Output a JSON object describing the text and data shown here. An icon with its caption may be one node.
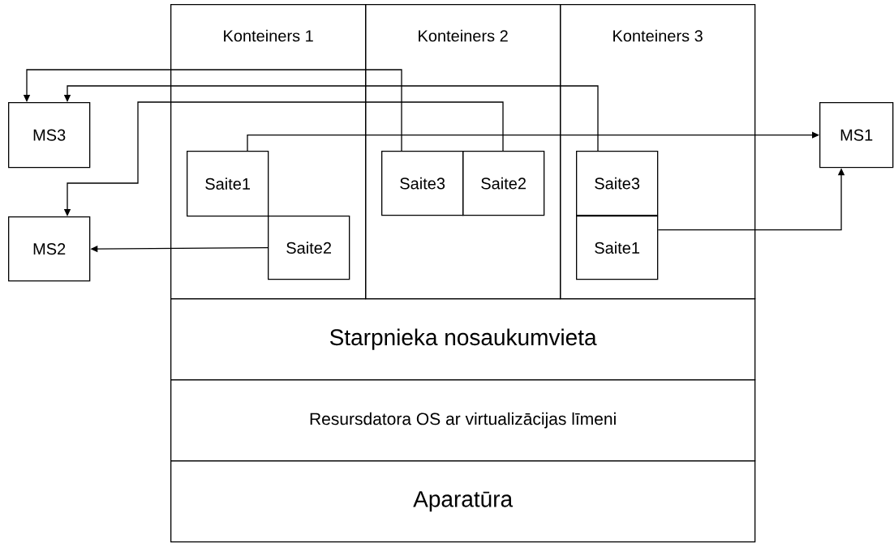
{
  "diagram": {
    "nodes": [
      {
        "text": [
          "Konteiners 1"
        ]
      },
      {
        "text": [
          "Saite1"
        ],
        "in": 0
      },
      {
        "text": [
          "Saite2"
        ],
        "in": 0
      },
      {
        "text": [
          "Konteiners 2"
        ]
      },
      {
        "text": [
          "Saite3"
        ],
        "in": 3
      },
      {
        "text": [
          "Saite2"
        ],
        "in": 3
      },
      {
        "text": [
          "Konteiners 3"
        ]
      },
      {
        "text": [
          "Saite3"
        ],
        "in": 6
      },
      {
        "text": [
          "Saite1"
        ],
        "in": 6
      },
      {
        "text": [
          "Starpnieka nosaukumvieta"
        ]
      },
      {
        "text": [
          "Resursdatora OS ar virtualizācijas līmeni"
        ]
      },
      {
        "text": [
          "Aparatūra"
        ]
      },
      {
        "text": [
          "MS3"
        ]
      },
      {
        "text": [
          "MS2"
        ]
      },
      {
        "text": [
          "MS1"
        ]
      }
    ],
    "edges": [
      {
        "from": 4,
        "to": 12,
        "arrow": "to"
      },
      {
        "from": 7,
        "to": 12,
        "arrow": "to"
      },
      {
        "from": 5,
        "to": 13,
        "arrow": "to"
      },
      {
        "from": 1,
        "to": 14,
        "arrow": "to"
      },
      {
        "from": 2,
        "to": 13,
        "arrow": "to"
      },
      {
        "from": 8,
        "to": 14,
        "arrow": "to"
      }
    ]
  }
}
